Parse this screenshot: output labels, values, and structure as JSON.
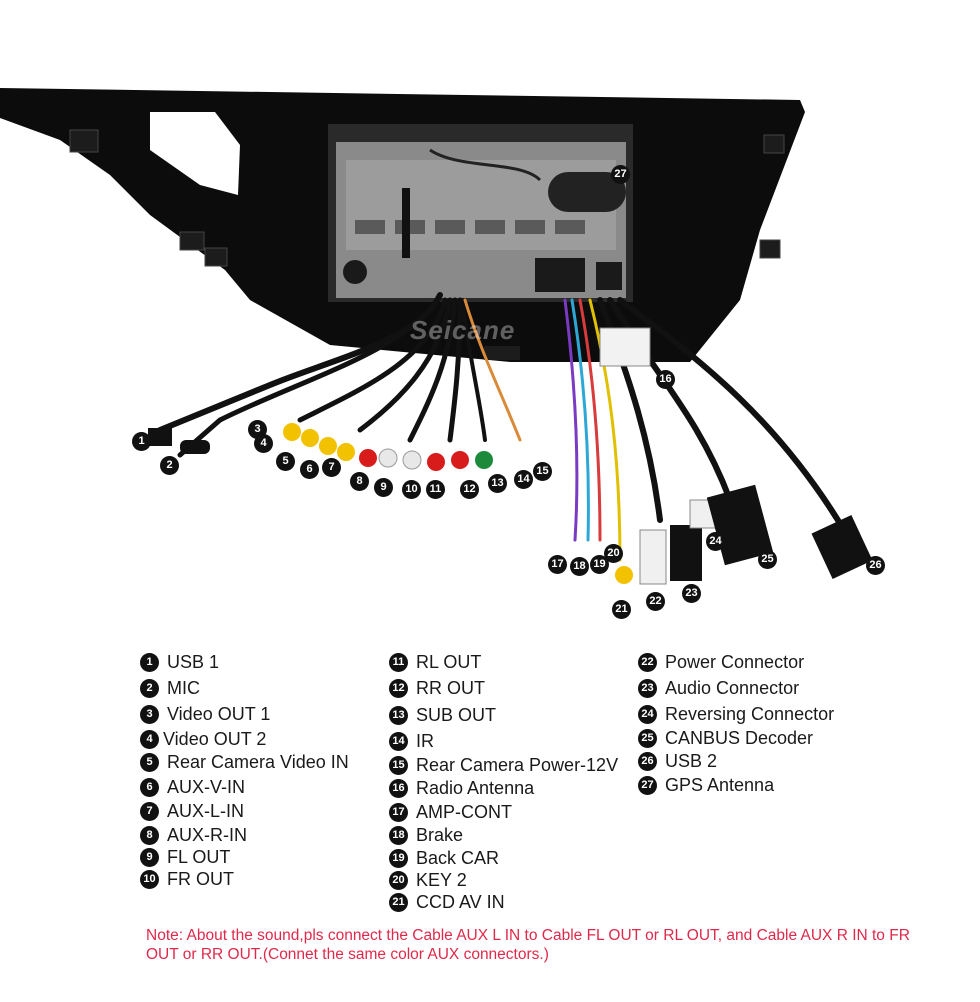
{
  "legend": [
    {
      "n": "1",
      "text": "USB 1"
    },
    {
      "n": "2",
      "text": "MIC"
    },
    {
      "n": "3",
      "text": "Video OUT 1"
    },
    {
      "n": "4",
      "text": "Video OUT 2"
    },
    {
      "n": "5",
      "text": "Rear Camera Video IN"
    },
    {
      "n": "6",
      "text": "AUX-V-IN"
    },
    {
      "n": "7",
      "text": "AUX-L-IN"
    },
    {
      "n": "8",
      "text": "AUX-R-IN"
    },
    {
      "n": "9",
      "text": "FL OUT"
    },
    {
      "n": "10",
      "text": "FR OUT"
    },
    {
      "n": "11",
      "text": "RL OUT"
    },
    {
      "n": "12",
      "text": "RR OUT"
    },
    {
      "n": "13",
      "text": "SUB OUT"
    },
    {
      "n": "14",
      "text": "IR"
    },
    {
      "n": "15",
      "text": "Rear Camera Power-12V"
    },
    {
      "n": "16",
      "text": "Radio Antenna"
    },
    {
      "n": "17",
      "text": "AMP-CONT"
    },
    {
      "n": "18",
      "text": "Brake"
    },
    {
      "n": "19",
      "text": "Back CAR"
    },
    {
      "n": "20",
      "text": "KEY 2"
    },
    {
      "n": "21",
      "text": "CCD AV IN"
    },
    {
      "n": "22",
      "text": "Power Connector"
    },
    {
      "n": "23",
      "text": "Audio Connector"
    },
    {
      "n": "24",
      "text": "Reversing Connector"
    },
    {
      "n": "25",
      "text": "CANBUS Decoder"
    },
    {
      "n": "26",
      "text": "USB 2"
    },
    {
      "n": "27",
      "text": "GPS Antenna"
    }
  ],
  "callouts": [
    "1",
    "2",
    "3",
    "4",
    "5",
    "6",
    "7",
    "8",
    "9",
    "10",
    "11",
    "12",
    "13",
    "14",
    "15",
    "16",
    "17",
    "18",
    "19",
    "20",
    "21",
    "22",
    "23",
    "24",
    "25",
    "26",
    "27"
  ],
  "note": "Note: About the sound,pls connect the Cable AUX L IN to Cable FL OUT or RL OUT, and Cable AUX R IN to FR OUT or RR OUT.(Connet the same color AUX connectors.)",
  "watermark": "Seicane",
  "colors": {
    "note": "#e0294a",
    "frame": "#0c0c0c",
    "rca_yellow": "#f2c200",
    "rca_red": "#d81c1c",
    "rca_white": "#e8e8e8",
    "rca_green": "#1d8a3b"
  }
}
